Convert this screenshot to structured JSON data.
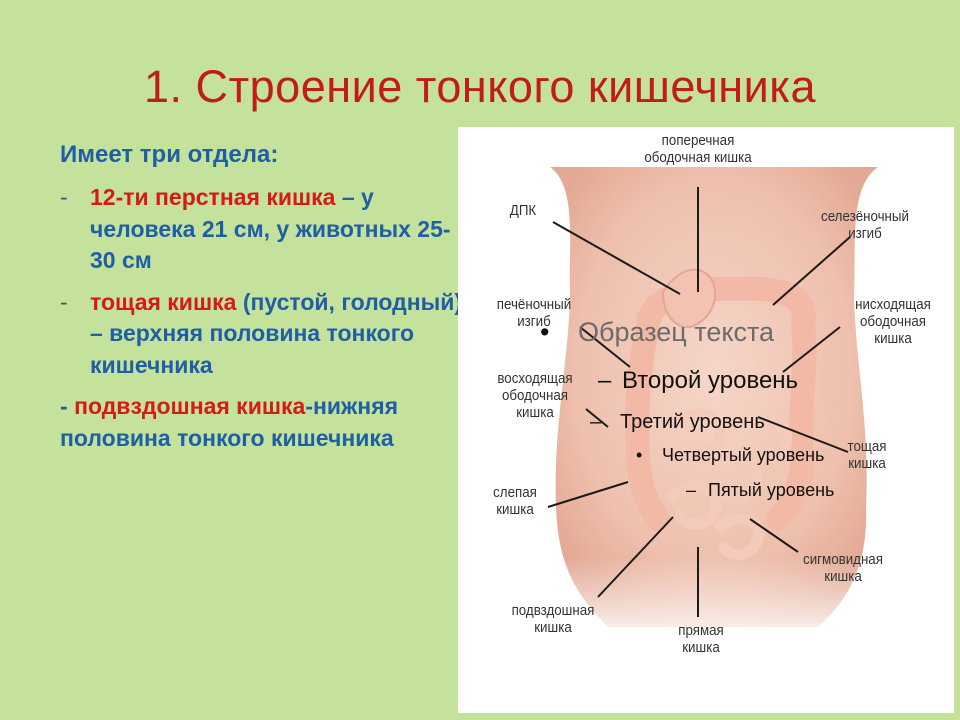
{
  "slide": {
    "title": "1. Строение тонкого кишечника"
  },
  "text": {
    "intro": "Имеет три отдела:",
    "bullets": [
      {
        "dash": "-",
        "red": "12-ти перстная кишка",
        "rest": " – у человека  21 см, у животных 25-30 см"
      },
      {
        "dash": "-",
        "red": " тощая кишка",
        "rest": " (пустой, голодный) – верхняя половина тонкого кишечника"
      }
    ],
    "last": {
      "dash": "- ",
      "red": "подвздошная кишка",
      "rest": "-нижняя половина тонкого кишечника"
    }
  },
  "diagram": {
    "labels": {
      "transverse": "поперечная ободочная кишка",
      "dpk": "ДПК",
      "splenic": "селезёночный изгиб",
      "hepatic": "печёночный изгиб",
      "descending": "нисходящая ободочная кишка",
      "ascending": "восходящая ободочная кишка",
      "jejunum": "тощая кишка",
      "cecum": "слепая кишка",
      "sigmoid": "сигмовидная кишка",
      "ileum": "подвздошная кишка",
      "rectum": "прямая кишка"
    },
    "placeholder": {
      "level1": "Образец текста",
      "level2": "Второй уровень",
      "level3": "Третий уровень",
      "level4": "Четвертый уровень",
      "level5": "Пятый уровень",
      "b1": "•",
      "b2": "–",
      "b3": "–",
      "b4": "•",
      "b5": "–"
    }
  },
  "colors": {
    "background": "#c4e29b",
    "title": "#c01c1c",
    "body_text": "#1f5fa5",
    "accent_red": "#d41a1a"
  }
}
